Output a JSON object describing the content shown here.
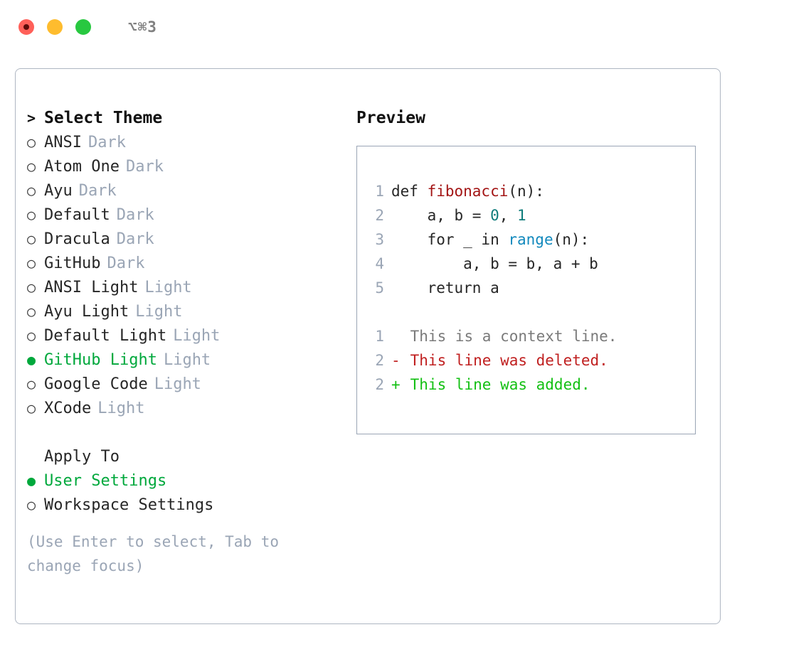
{
  "titlebar": {
    "shortcut": "⌥⌘3",
    "buttons": [
      {
        "name": "close",
        "color": "#ff6059"
      },
      {
        "name": "minimize",
        "color": "#febc2e"
      },
      {
        "name": "maximize",
        "color": "#28c840"
      }
    ]
  },
  "theme_selector": {
    "caret": ">",
    "heading": "Select Theme",
    "marker_unselected": "○",
    "marker_selected": "●",
    "items": [
      {
        "name": "ANSI",
        "kind": "Dark",
        "selected": false
      },
      {
        "name": "Atom One",
        "kind": "Dark",
        "selected": false
      },
      {
        "name": "Ayu",
        "kind": "Dark",
        "selected": false
      },
      {
        "name": "Default",
        "kind": "Dark",
        "selected": false
      },
      {
        "name": "Dracula",
        "kind": "Dark",
        "selected": false
      },
      {
        "name": "GitHub",
        "kind": "Dark",
        "selected": false
      },
      {
        "name": "ANSI Light",
        "kind": "Light",
        "selected": false
      },
      {
        "name": "Ayu Light",
        "kind": "Light",
        "selected": false
      },
      {
        "name": "Default Light",
        "kind": "Light",
        "selected": false
      },
      {
        "name": "GitHub Light",
        "kind": "Light",
        "selected": true
      },
      {
        "name": "Google Code",
        "kind": "Light",
        "selected": false
      },
      {
        "name": "XCode",
        "kind": "Light",
        "selected": false
      }
    ]
  },
  "apply_to": {
    "label": "Apply To",
    "options": [
      {
        "name": "User Settings",
        "selected": true
      },
      {
        "name": "Workspace Settings",
        "selected": false
      }
    ]
  },
  "hint": "(Use Enter to select, Tab to change focus)",
  "preview": {
    "title": "Preview",
    "code": [
      {
        "lno": "1",
        "tokens": [
          {
            "t": "def ",
            "c": "plain"
          },
          {
            "t": "fibonacci",
            "c": "fn"
          },
          {
            "t": "(n):",
            "c": "plain"
          }
        ]
      },
      {
        "lno": "2",
        "tokens": [
          {
            "t": "    a, b = ",
            "c": "plain"
          },
          {
            "t": "0",
            "c": "num"
          },
          {
            "t": ", ",
            "c": "plain"
          },
          {
            "t": "1",
            "c": "num"
          }
        ]
      },
      {
        "lno": "3",
        "tokens": [
          {
            "t": "    for _ in ",
            "c": "plain"
          },
          {
            "t": "range",
            "c": "call"
          },
          {
            "t": "(n):",
            "c": "plain"
          }
        ]
      },
      {
        "lno": "4",
        "tokens": [
          {
            "t": "        a, b = b, a + b",
            "c": "plain"
          }
        ]
      },
      {
        "lno": "5",
        "tokens": [
          {
            "t": "    return a",
            "c": "plain"
          }
        ]
      }
    ],
    "diff": [
      {
        "lno": "1",
        "sign": " ",
        "text": "This is a context line.",
        "kind": "ctx"
      },
      {
        "lno": "2",
        "sign": "-",
        "text": "This line was deleted.",
        "kind": "del"
      },
      {
        "lno": "2",
        "sign": "+",
        "text": "This line was added.",
        "kind": "add"
      }
    ]
  },
  "colors": {
    "accent_green": "#00a83c",
    "muted": "#9aa5b5",
    "border": "#aeb6c2",
    "fn_red": "#a31515",
    "num_teal": "#0e7c7b",
    "call_blue": "#1289bd",
    "diff_add": "#14c014",
    "diff_del": "#c02020"
  }
}
